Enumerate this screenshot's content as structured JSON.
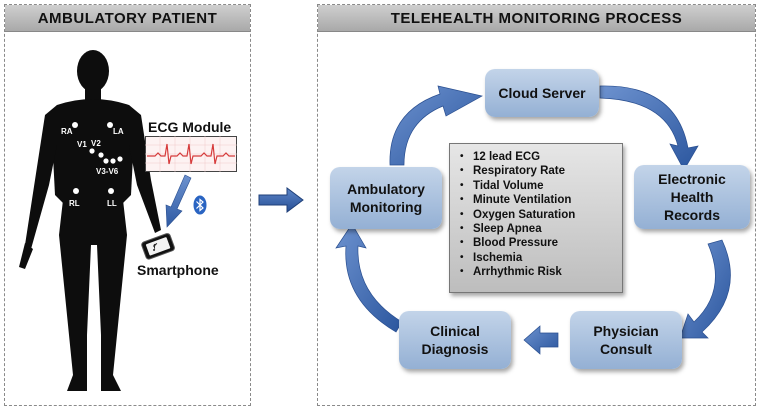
{
  "left_panel": {
    "title": "AMBULATORY PATIENT",
    "electrodes": [
      "RA",
      "LA",
      "V1",
      "V2",
      "V3-V6",
      "RL",
      "LL"
    ],
    "ecg_module_label": "ECG Module",
    "smartphone_label": "Smartphone",
    "bluetooth_icon": "bluetooth-icon"
  },
  "right_panel": {
    "title": "TELEHEALTH MONITORING PROCESS",
    "nodes": {
      "cloud_server": "Cloud Server",
      "ehr_line1": "Electronic",
      "ehr_line2": "Health",
      "ehr_line3": "Records",
      "physician_line1": "Physician",
      "physician_line2": "Consult",
      "clinical_line1": "Clinical",
      "clinical_line2": "Diagnosis",
      "ambulatory_line1": "Ambulatory",
      "ambulatory_line2": "Monitoring"
    },
    "parameters": [
      "12 lead ECG",
      "Respiratory Rate",
      "Tidal Volume",
      "Minute Ventilation",
      "Oxygen Saturation",
      "Sleep Apnea",
      "Blood Pressure",
      "Ischemia",
      "Arrhythmic Risk"
    ]
  },
  "colors": {
    "box_fill": "#a9c0df",
    "arrow_blue": "#3f6cb5",
    "ecg_trace": "#d63b3b",
    "silhouette": "#0d0d0d"
  }
}
